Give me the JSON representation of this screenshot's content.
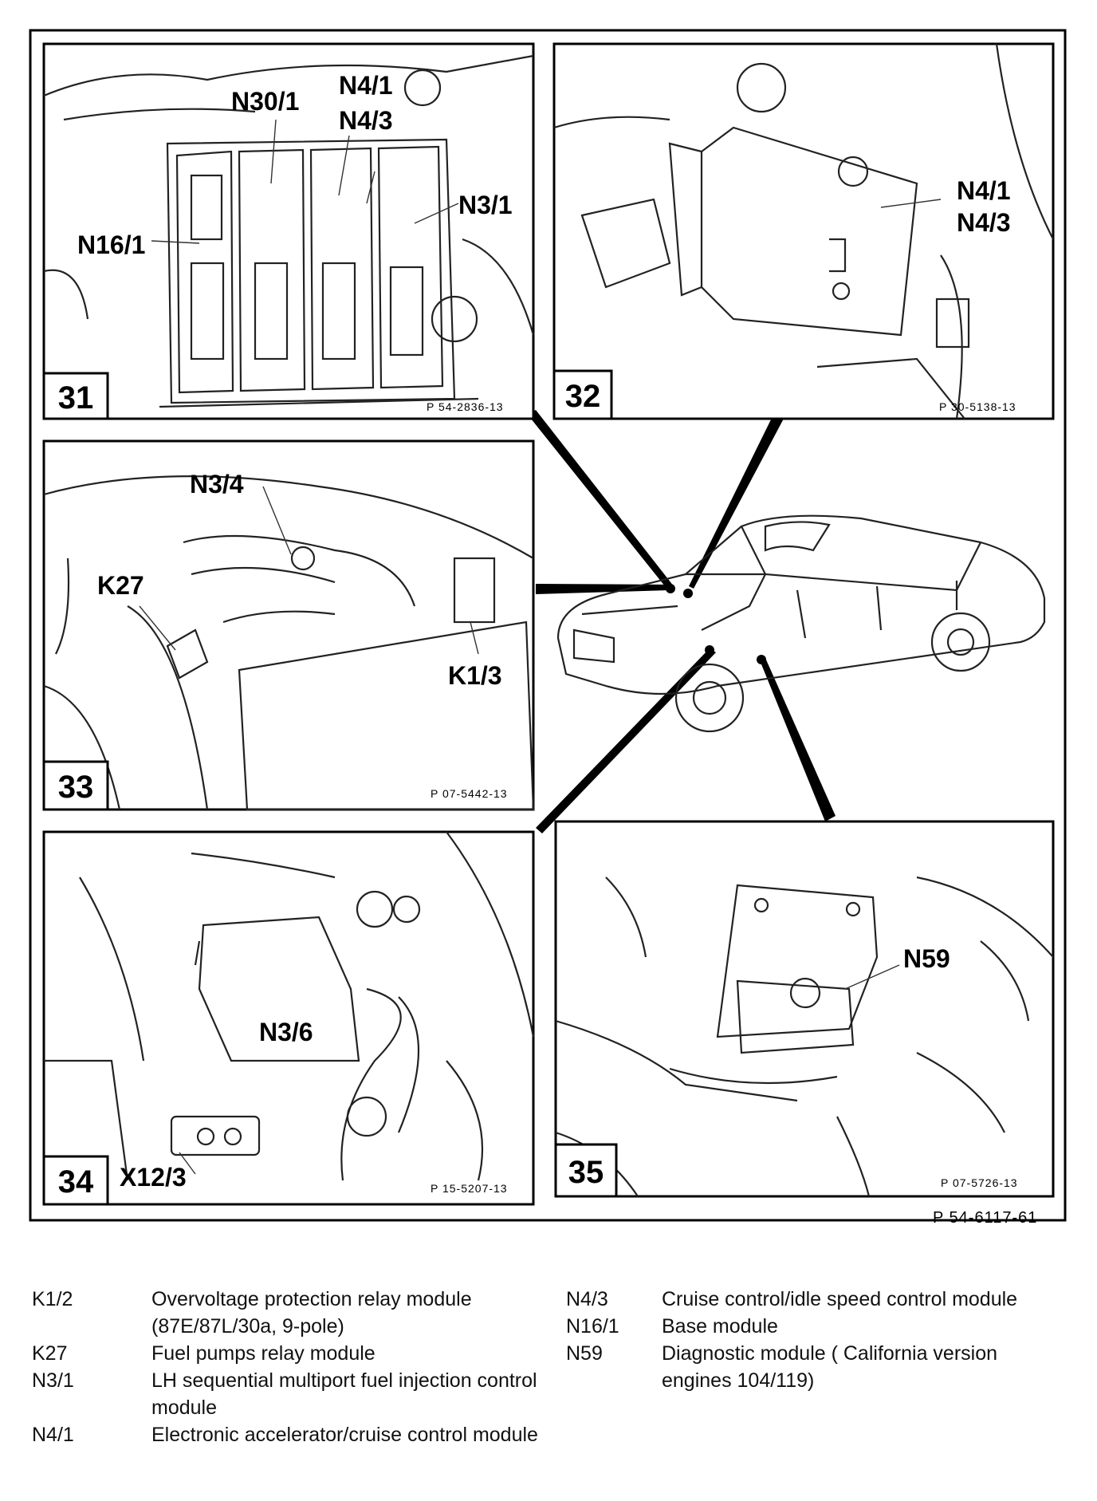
{
  "panels": [
    {
      "number": "31",
      "ref": "P 54-2836-13",
      "labels": [
        "N30/1",
        "N4/1",
        "N4/3",
        "N3/1",
        "N16/1"
      ]
    },
    {
      "number": "32",
      "ref": "P 30-5138-13",
      "labels": [
        "N4/1",
        "N4/3"
      ]
    },
    {
      "number": "33",
      "ref": "P 07-5442-13",
      "labels": [
        "N3/4",
        "K27",
        "K1/3"
      ]
    },
    {
      "number": "34",
      "ref": "P 15-5207-13",
      "labels": [
        "N3/6",
        "X12/3"
      ]
    },
    {
      "number": "35",
      "ref": "P 07-5726-13",
      "labels": [
        "N59"
      ]
    }
  ],
  "figure_ref": "P 54-6117-61",
  "legend": {
    "left": [
      {
        "code": "K1/2",
        "desc": "Overvoltage protection relay module (87E/87L/30a, 9-pole)"
      },
      {
        "code": "K27",
        "desc": "Fuel pumps relay module"
      },
      {
        "code": "N3/1",
        "desc": "LH sequential multiport fuel injection control module"
      },
      {
        "code": "N4/1",
        "desc": "Electronic accelerator/cruise control module"
      }
    ],
    "right": [
      {
        "code": "N4/3",
        "desc": "Cruise control/idle speed control module"
      },
      {
        "code": "N16/1",
        "desc": "Base module"
      },
      {
        "code": "N59",
        "desc": "Diagnostic module ( California version engines 104/119)"
      }
    ]
  }
}
